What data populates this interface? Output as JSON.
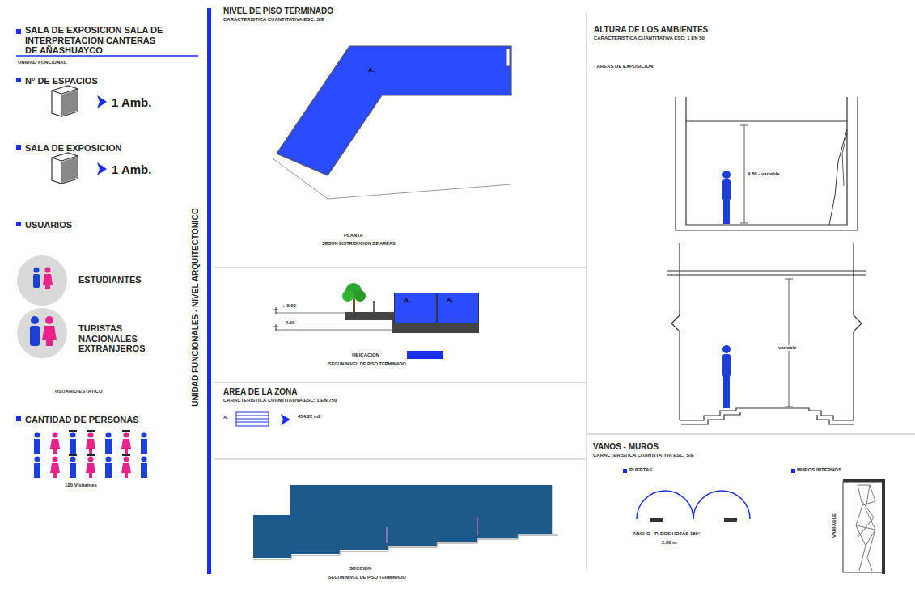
{
  "diagram": {
    "title": "SALA DE EXPOSICION SALA DE INTERPRETACION CANTERAS DE AÑASHUAYCO",
    "nodes": [
      {
        "text": [
          "A."
        ]
      },
      {
        "text": [
          "A."
        ]
      },
      {
        "text": [
          "A."
        ]
      }
    ],
    "labels": [
      "UNIDAD FUNCIONAL",
      "N° DE ESPACIOS",
      "1 Amb.",
      "SALA DE EXPOSICION",
      "1 Amb.",
      "USUARIOS",
      "ESTUDIANTES",
      "TURISTAS NACIONALES EXTRANJEROS",
      "USUARIO ESTATICO",
      "CANTIDAD DE PERSONAS",
      "120 Visitantes",
      "UNIDAD FUNCIONALES - NIVEL ARQUITECTONICO",
      "NIVEL DE PISO TERMINADO",
      "CARACTERISTICA CUANTITATIVA ESC: S/E",
      "PLANTA",
      "SEGUN DISTRIBUCION DE AREAS",
      "+ 0.00",
      "- 4.50",
      "UBICACION",
      "SEGUN NIVEL DE PISO TERMINADO",
      "AREA DE LA ZONA",
      "CARACTERISTICA CUANTITATIVA ESC: 1 EN 750",
      "A.",
      "454.22 m2",
      "SECCION",
      "SEGUN NIVEL DE PISO TERMINADO",
      "ALTURA DE LOS AMBIENTES",
      "CARACTERISTICA CUANTITATIVA ESC: 1 EN 50",
      "- AREAS DE EXPOSICION",
      "4.80 - variable",
      "variable",
      "VANOS - MUROS",
      "CARACTERISTICA CUANTITATIVA ESC: S/E",
      "PUERTAS",
      "MUROS INTERNOS",
      "ANCHO - P. DOS HOJAS 180°",
      "2.00 m",
      "VARIABLE"
    ]
  }
}
